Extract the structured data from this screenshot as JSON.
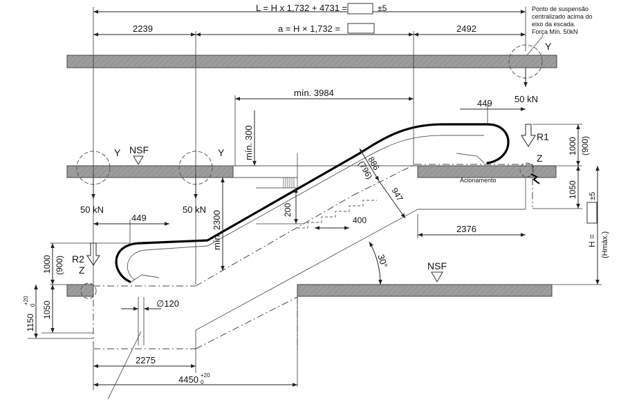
{
  "formulas": {
    "length_label": "L = H x 1,732 + 4731 =",
    "length_tol": "±5",
    "a_label": "a = H × 1,732 ="
  },
  "dims": {
    "d2239": "2239",
    "d2492": "2492",
    "min3984": "mín. 3984",
    "min300": "mín. 300",
    "min2300": "mín. 2300",
    "d449_top": "449",
    "d449_left": "449",
    "d886": "886",
    "d796": "(796)",
    "d947": "947",
    "d200": "200",
    "d400": "400",
    "d2376": "2376",
    "d1000_right": "1000",
    "d900_right": "(900)",
    "d1050_right": "1050",
    "tol5_right": "±5",
    "h_label": "H =",
    "hmax_label": "(Hmáx.)",
    "d1000_left": "1000",
    "d900_left": "(900)",
    "d1050_left": "1050",
    "d1150": "1150",
    "d1150_tol_up": "+20",
    "d1150_tol_dn": "0",
    "diam120": "∅120",
    "d2275": "2275",
    "d4450": "4450",
    "d4450_tol_up": "+20",
    "d4450_tol_dn": "0",
    "angle": "30°"
  },
  "labels": {
    "suspension_note": [
      "Ponto de suspensão",
      "centralizado acima do",
      "eixo da escada.",
      "Força Mín. 50kN"
    ],
    "y_top": "Y",
    "y_left": "Y",
    "y_mid": "Y",
    "nsf_upper": "NSF",
    "nsf_lower": "NSF",
    "kn_top": "50 kN",
    "kn_left": "50 kN",
    "kn_mid": "50 kN",
    "r1": "R1",
    "r2": "R2",
    "z_top": "Z",
    "z_bottom": "Z",
    "drive": "Acionamento"
  }
}
